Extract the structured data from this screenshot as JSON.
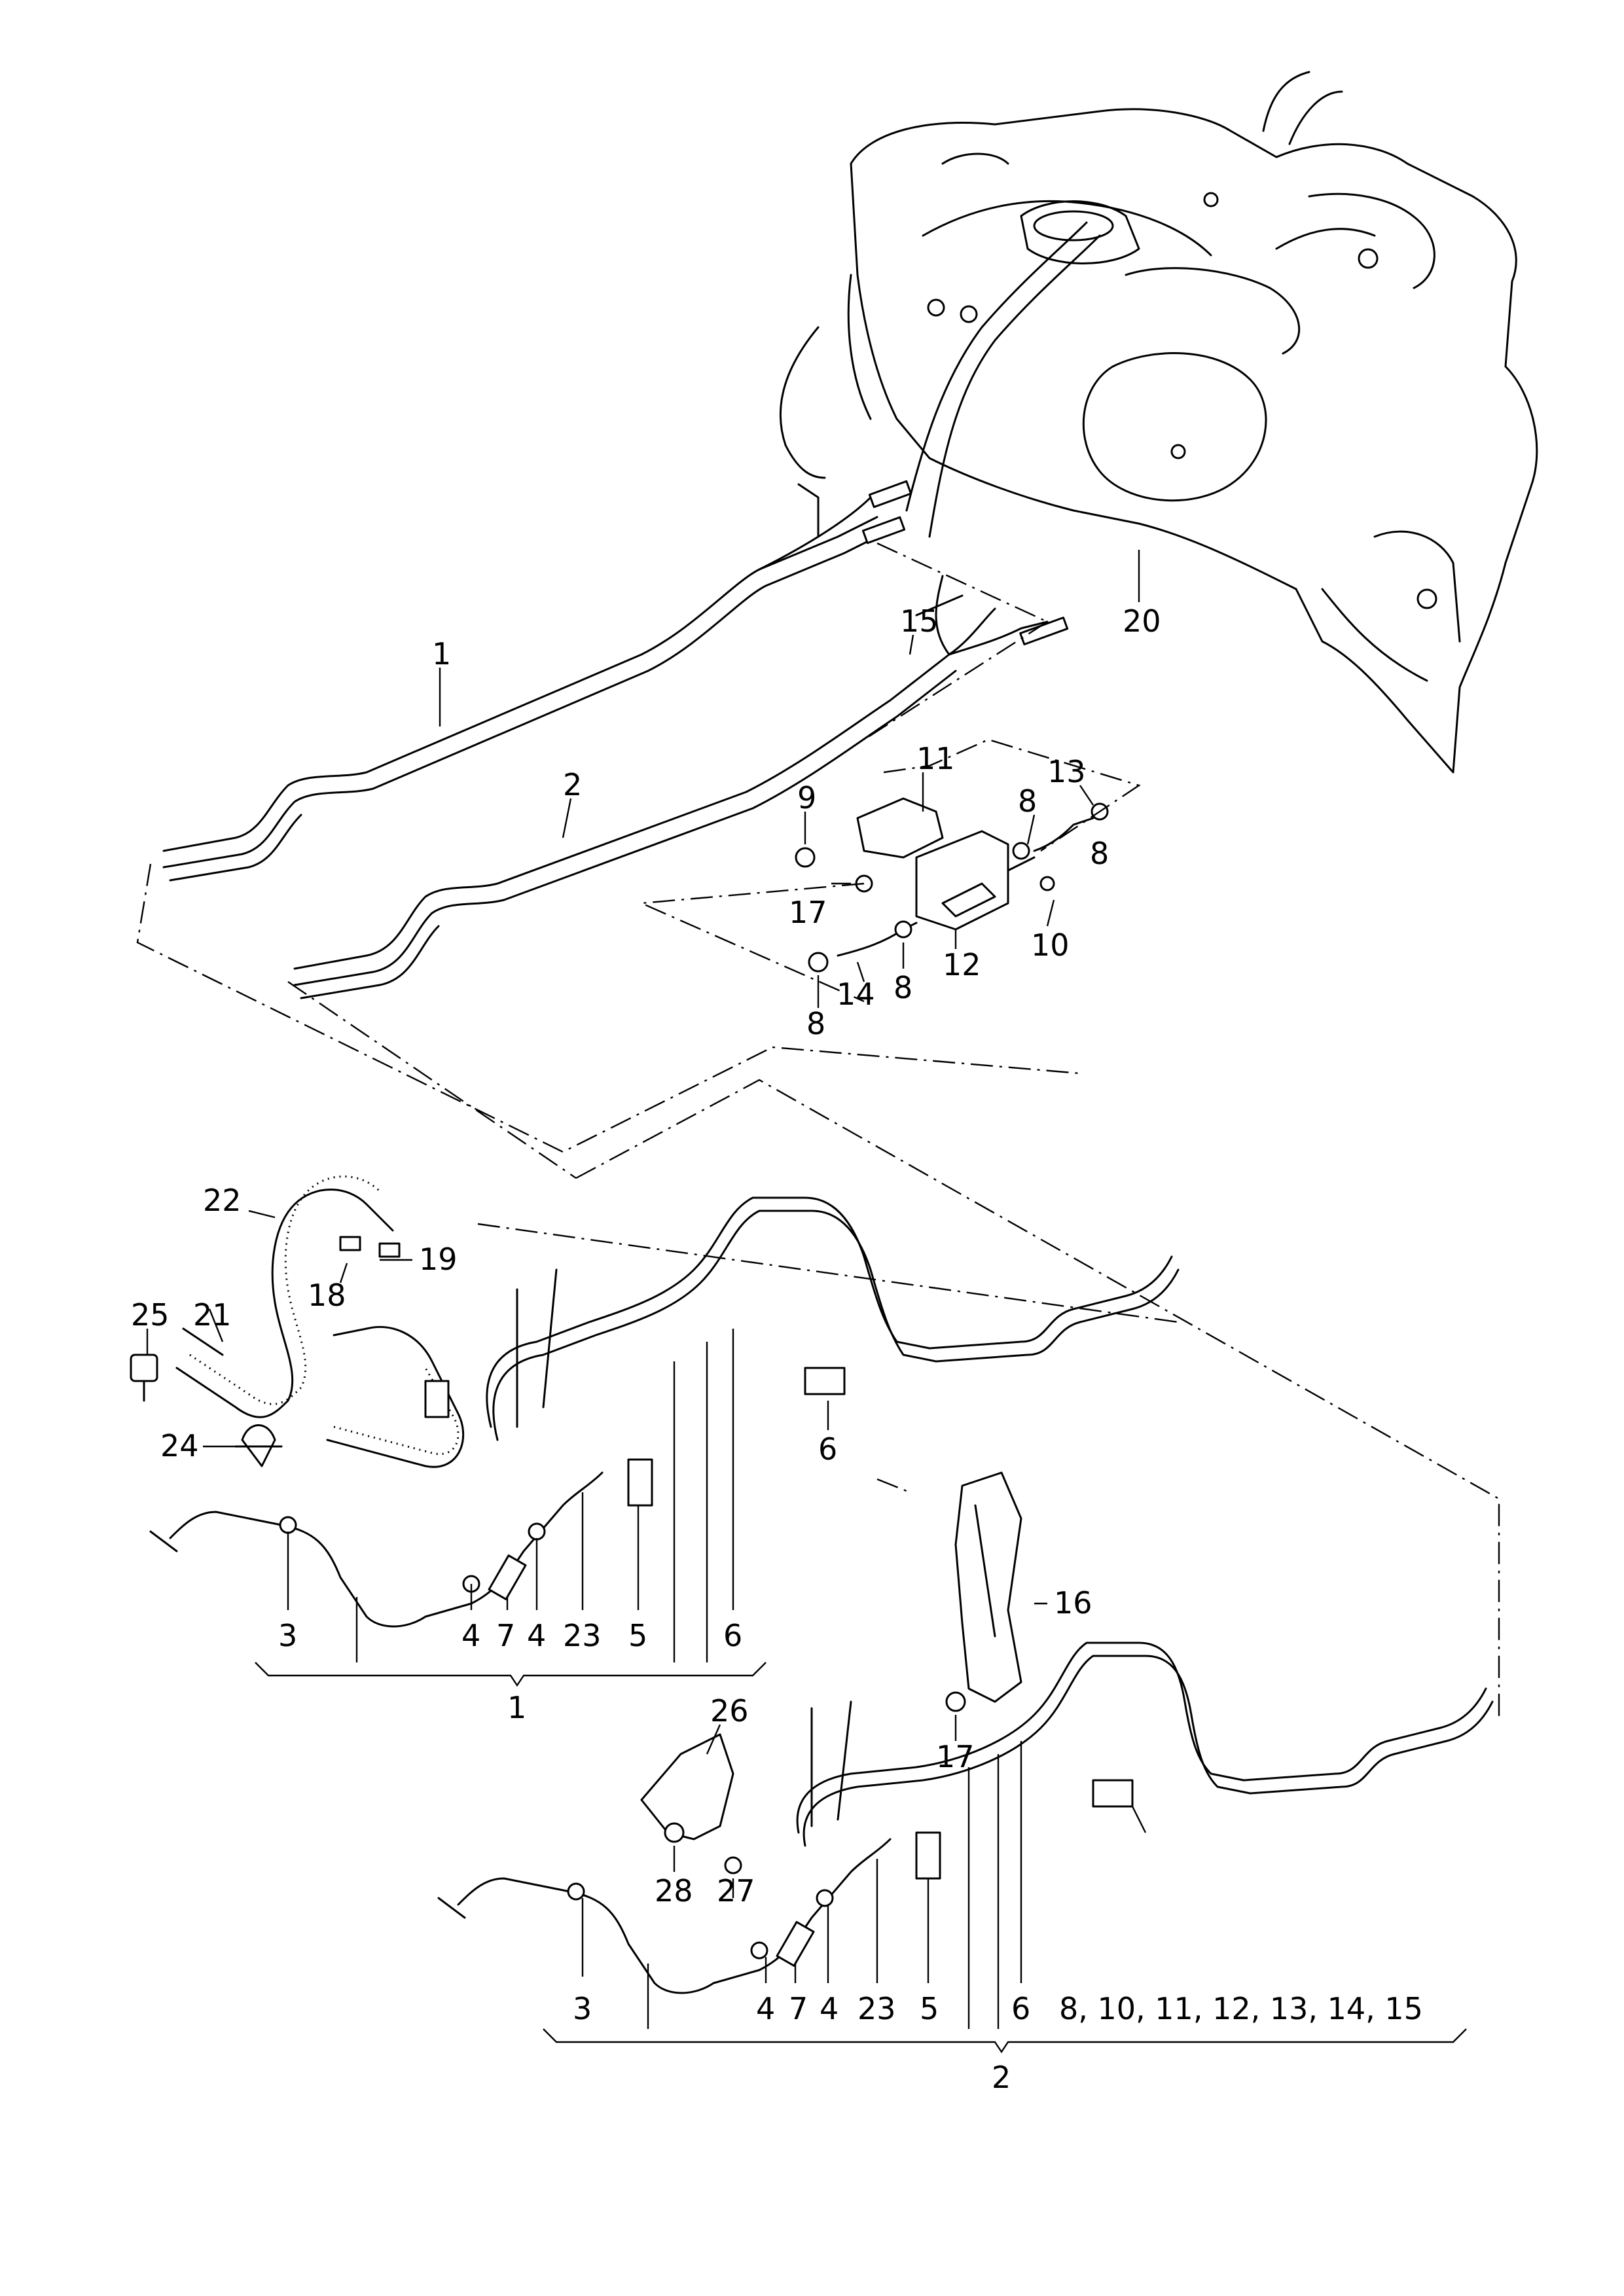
{
  "callouts": {
    "c1_top": "1",
    "c2_top": "2",
    "c8a": "8",
    "c8b": "8",
    "c8c": "8",
    "c8d": "8",
    "c9": "9",
    "c10": "10",
    "c11": "11",
    "c12": "12",
    "c13": "13",
    "c14": "14",
    "c15": "15",
    "c17a": "17",
    "c20": "20",
    "c22": "22",
    "c19": "19",
    "c18": "18",
    "c21": "21",
    "c25": "25",
    "c24": "24",
    "c6a": "6",
    "c16": "16",
    "c17b": "17",
    "c26": "26",
    "c28": "28",
    "c27": "27",
    "c6b": "6"
  },
  "group1": {
    "labels": [
      "3",
      "4",
      "7",
      "4",
      "23",
      "5",
      "6"
    ],
    "parent": "1"
  },
  "group2": {
    "labels": [
      "3",
      "4",
      "7",
      "4",
      "23",
      "5",
      "6",
      "8, 10, 11, 12, 13, 14, 15"
    ],
    "parent": "2"
  }
}
